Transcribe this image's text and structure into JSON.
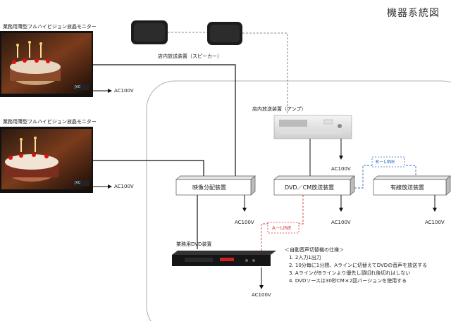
{
  "title": "機器系統図",
  "monitor_top": {
    "label": "業務用薄型フルハイビジョン液晶モニター",
    "power": "AC100V",
    "brand": "JVC"
  },
  "monitor_bottom": {
    "label": "業務用薄型フルハイビジョン液晶モニター",
    "power": "AC100V",
    "brand": "JVC"
  },
  "speakers": {
    "label": "店内放送装置（スピーカー）"
  },
  "amp": {
    "label": "店内放送装置（アンプ）",
    "power": "AC100V"
  },
  "splitter": {
    "label": "映像分配装置",
    "power": "AC100V"
  },
  "dvdcm": {
    "label": "DVD／CM放送装置",
    "power": "AC100V"
  },
  "wired": {
    "label": "有線放送装置",
    "power": "AC100V"
  },
  "dvd_player": {
    "label": "業務用DVD装置",
    "power": "AC100V"
  },
  "lines": {
    "a": "A－LINE",
    "b": "B－LINE"
  },
  "spec": {
    "heading": "＜自動音声切替機の仕様＞",
    "items": [
      "1. 2入力1出力",
      "2. 10分毎に1分間、Aラインに切替えてDVDの音声を放送する",
      "3. AラインがBラインより優先し頭切れ後切れはしない",
      "4. DVDソースは30秒CM＊2回バージョンを使用する"
    ]
  }
}
